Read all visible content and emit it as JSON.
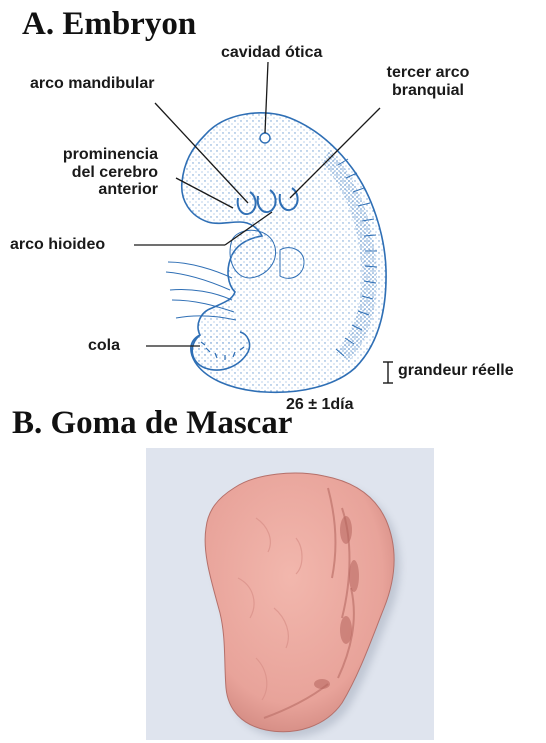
{
  "section_a": {
    "title": "A. Embryon",
    "labels": {
      "otic_cavity": "cavidad ótica",
      "mandibular_arch": "arco mandibular",
      "third_arch_line1": "tercer arco",
      "third_arch_line2": "branquial",
      "forebrain_line1": "prominencia",
      "forebrain_line2": "del cerebro",
      "forebrain_line3": "anterior",
      "hyoid_arch": "arco hioideo",
      "tail": "cola",
      "actual_size": "grandeur réelle",
      "age": "26 ± 1día"
    }
  },
  "section_b": {
    "title": "B. Goma de Mascar"
  },
  "colors": {
    "embryo_outline": "#2f6fb5",
    "embryo_stipple": "#6b9bd2",
    "gum": "#e8a39a",
    "photo_background": "#dfe4ee"
  }
}
